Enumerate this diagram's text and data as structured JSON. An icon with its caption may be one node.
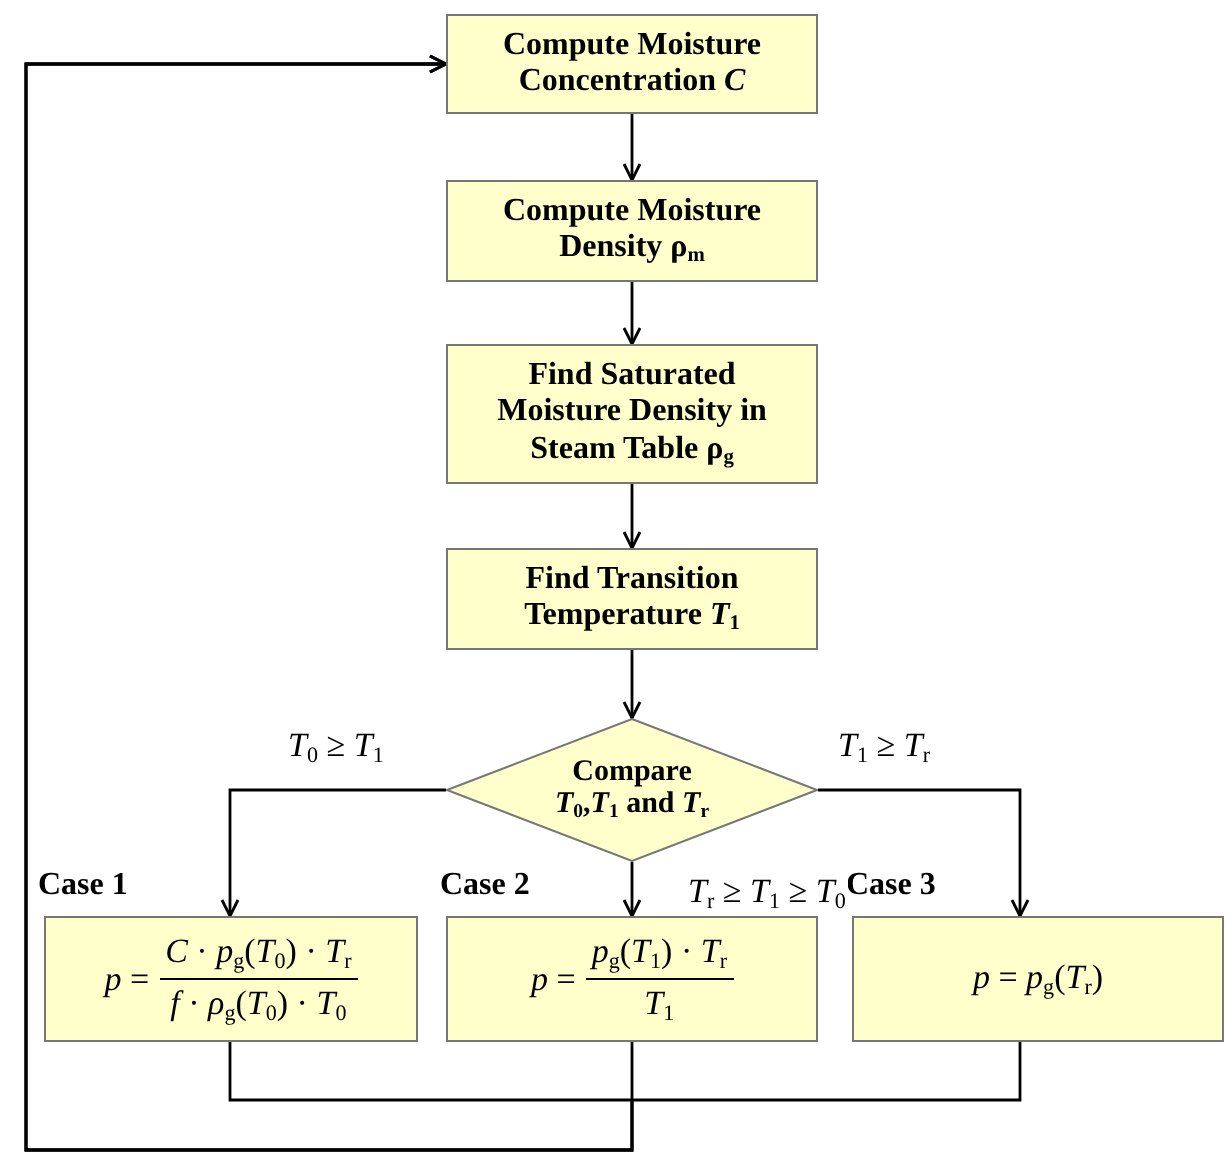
{
  "diagram": {
    "nodes": [
      {
        "text": [
          "Compute Moisture Concentration *C*"
        ]
      },
      {
        "text": [
          "Compute Moisture Density ρ$_{m}$"
        ]
      },
      {
        "text": [
          "Find Saturated Moisture Density in Steam Table ρ$_{g}$"
        ]
      },
      {
        "text": [
          "Find Transition Temperature *T*$_{1}$"
        ]
      },
      {
        "text": [
          "Compare *T*$_{0}$,*T*$_{1}$ and *T*$_{r}$"
        ]
      },
      {
        "text": [
          "*p* =",
          "*C* · *p*$_{g}$(*T*$_{0}$) · *T*$_{r}$",
          "*f* · *ρ*$_{g}$(*T*$_{0}$) · *T*$_{0}$"
        ],
        "beside": [
          "Case 1"
        ]
      },
      {
        "text": [
          "*p* =",
          "*p*$_{g}$(*T*$_{1}$) · *T*$_{r}$",
          "*T*$_{1}$"
        ],
        "beside": [
          "Case 2"
        ]
      },
      {
        "text": [
          "*p* = *p*$_{g}$(*T*$_{r}$)"
        ],
        "beside": [
          "Case 3"
        ]
      }
    ],
    "edges": [
      {
        "from": 0,
        "to": 1,
        "arrow": "to"
      },
      {
        "from": 1,
        "to": 2,
        "arrow": "to"
      },
      {
        "from": 2,
        "to": 3,
        "arrow": "to"
      },
      {
        "from": 3,
        "to": 4,
        "arrow": "to"
      },
      {
        "from": 4,
        "to": 5,
        "arrow": "to",
        "label": "*T*$_{0}$ ≥ *T*$_{1}$"
      },
      {
        "from": 4,
        "to": 6,
        "arrow": "to",
        "label": "*T*$_{r}$ ≥ *T*$_{1}$ ≥ *T*$_{0}$"
      },
      {
        "from": 4,
        "to": 7,
        "arrow": "to",
        "label": "*T*$_{1}$ ≥ *T*$_{r}$"
      },
      {
        "from": 5,
        "to": 0,
        "arrow": "to"
      },
      {
        "from": 6,
        "to": 0,
        "arrow": "to"
      },
      {
        "from": 7,
        "to": 0,
        "arrow": "to"
      }
    ]
  }
}
